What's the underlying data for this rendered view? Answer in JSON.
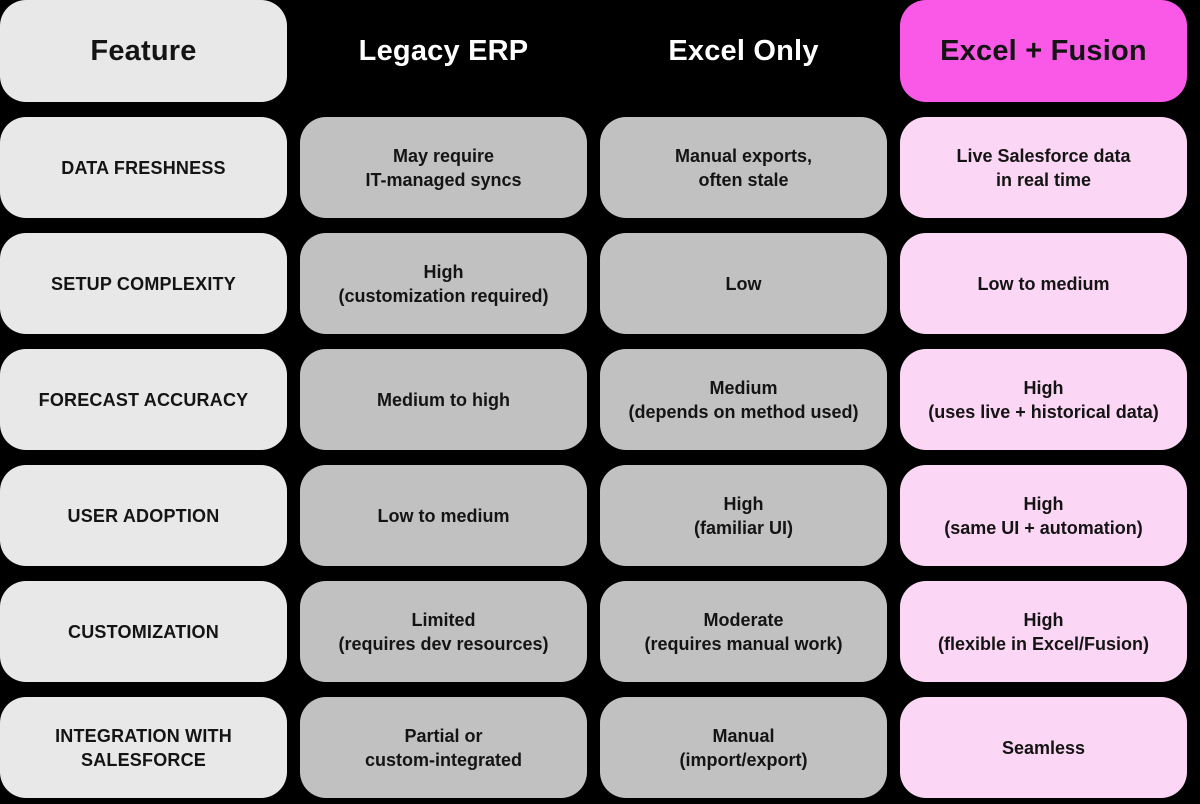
{
  "chart_data": {
    "type": "table",
    "title": "",
    "columns": [
      "Feature",
      "Legacy ERP",
      "Excel Only",
      "Excel + Fusion"
    ],
    "rows": [
      {
        "feature": "DATA FRESHNESS",
        "legacy_erp": "May require\nIT-managed syncs",
        "excel_only": "Manual exports,\noften stale",
        "excel_fusion": "Live Salesforce data\nin real time"
      },
      {
        "feature": "SETUP COMPLEXITY",
        "legacy_erp": "High\n(customization required)",
        "excel_only": "Low",
        "excel_fusion": "Low to medium"
      },
      {
        "feature": "FORECAST ACCURACY",
        "legacy_erp": "Medium to high",
        "excel_only": "Medium\n(depends on method used)",
        "excel_fusion": "High\n(uses live + historical data)"
      },
      {
        "feature": "USER ADOPTION",
        "legacy_erp": "Low to medium",
        "excel_only": "High\n(familiar UI)",
        "excel_fusion": "High\n(same UI + automation)"
      },
      {
        "feature": "CUSTOMIZATION",
        "legacy_erp": "Limited\n(requires dev resources)",
        "excel_only": "Moderate\n(requires manual work)",
        "excel_fusion": "High\n(flexible in Excel/Fusion)"
      },
      {
        "feature": "INTEGRATION WITH\nSALESFORCE",
        "legacy_erp": "Partial or\ncustom-integrated",
        "excel_only": "Manual\n(import/export)",
        "excel_fusion": "Seamless"
      }
    ]
  },
  "colors": {
    "background": "#000000",
    "feature_cell": "#e8e8e8",
    "gray_cell": "#c1c1c1",
    "fusion_header": "#fa58e6",
    "fusion_cell": "#fcd7f5",
    "header_text_light": "#ffffff",
    "cell_text": "#141414"
  }
}
